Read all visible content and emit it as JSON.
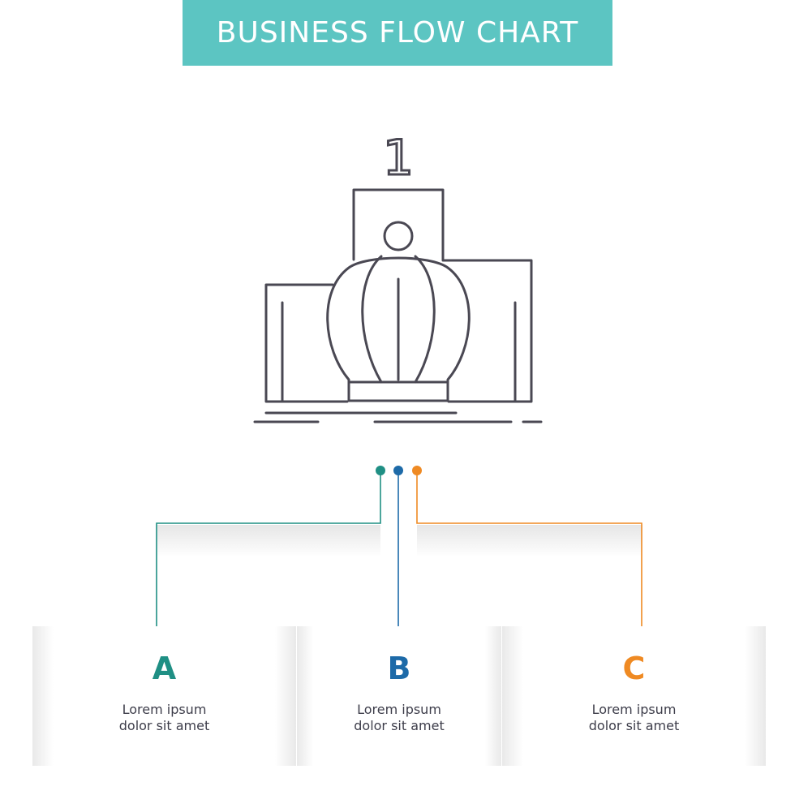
{
  "title": "BUSINESS FLOW CHART",
  "icon": {
    "name": "winner-podium-crown-icon",
    "label": "1",
    "stroke_color": "#4a4853"
  },
  "connector_colors": [
    "#1f8f84",
    "#1d6aa8",
    "#ef8a23"
  ],
  "steps": [
    {
      "letter": "A",
      "line1": "Lorem ipsum",
      "line2": "dolor sit amet",
      "color": "#1f8f84"
    },
    {
      "letter": "B",
      "line1": "Lorem ipsum",
      "line2": "dolor sit amet",
      "color": "#1d6aa8"
    },
    {
      "letter": "C",
      "line1": "Lorem ipsum",
      "line2": "dolor sit amet",
      "color": "#ef8a23"
    }
  ]
}
